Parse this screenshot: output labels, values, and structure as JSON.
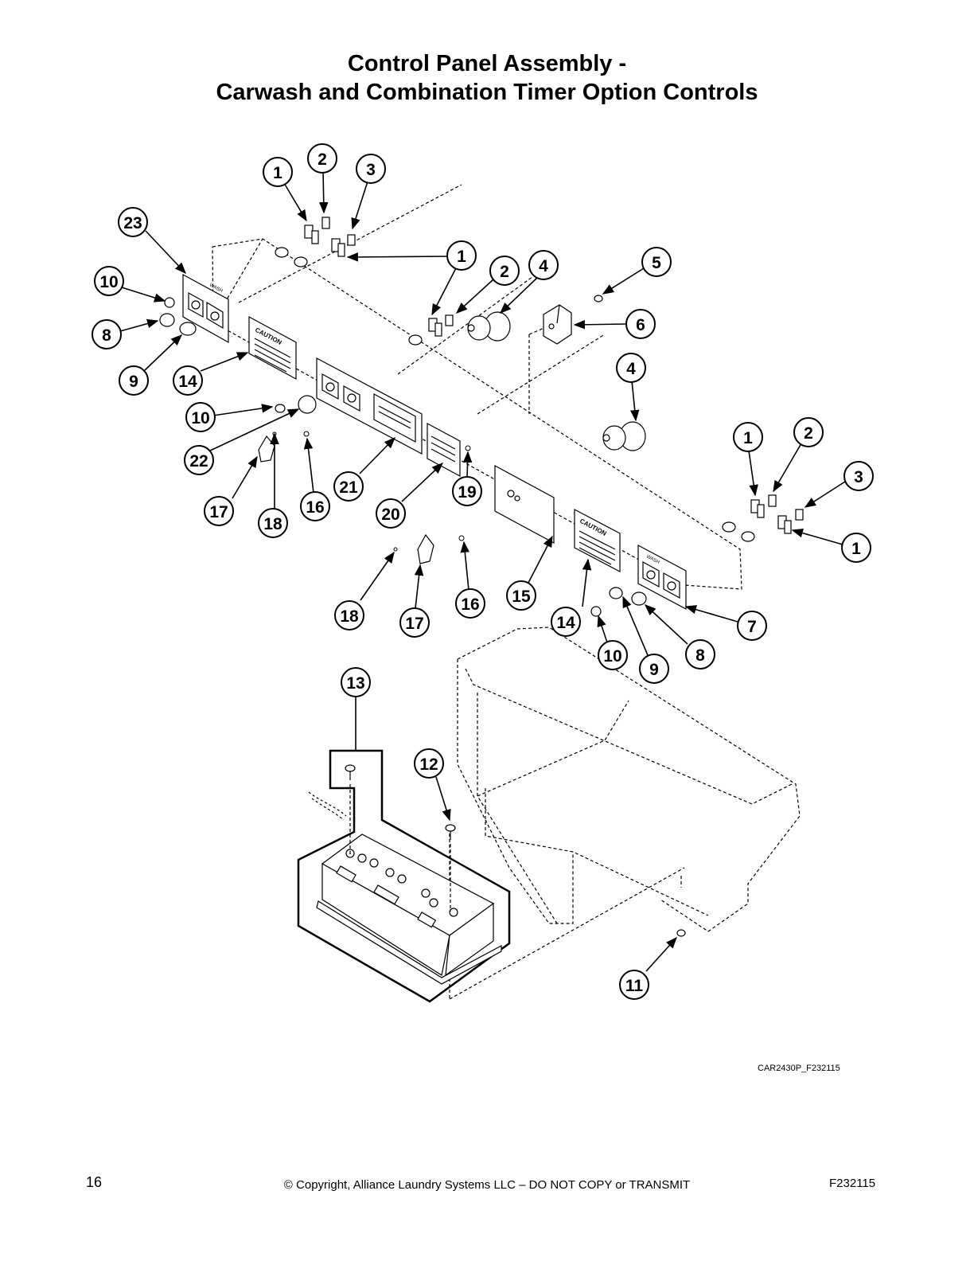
{
  "title": {
    "line1": "Control Panel Assembly -",
    "line2": "Carwash and Combination Timer Option Controls"
  },
  "labels": {
    "caution": "CAUTION",
    "wash": "WASH"
  },
  "callouts": [
    "1",
    "2",
    "3",
    "23",
    "1",
    "2",
    "4",
    "5",
    "10",
    "8",
    "6",
    "9",
    "14",
    "4",
    "10",
    "22",
    "1",
    "2",
    "17",
    "18",
    "16",
    "21",
    "20",
    "19",
    "3",
    "1",
    "18",
    "17",
    "16",
    "15",
    "14",
    "7",
    "10",
    "9",
    "8",
    "13",
    "12",
    "11"
  ],
  "drawing_id": "CAR2430P_F232115",
  "footer": {
    "page_number": "16",
    "copyright": "© Copyright, Alliance Laundry Systems LLC – DO NOT COPY or TRANSMIT",
    "doc_number": "F232115"
  }
}
